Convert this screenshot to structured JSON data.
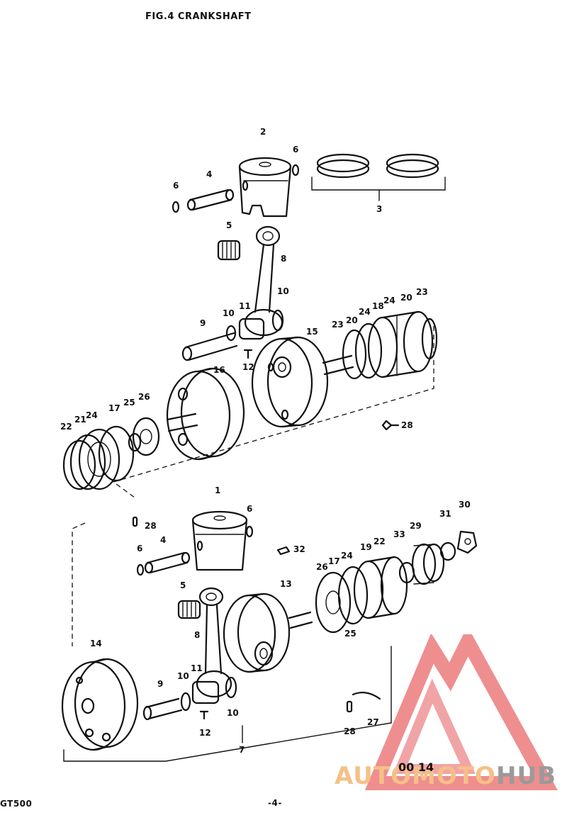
{
  "header": {
    "figure_title": "FIG.4  CRANKSHAFT"
  },
  "footer": {
    "model": "GT500",
    "page_number": "-4-",
    "mark": "00 14"
  },
  "watermark": {
    "text_colored": "AUTOMOTO",
    "text_gray": "HUB",
    "accent_color": "#e8686a",
    "secondary_color": "#f5c088",
    "gray_color": "#9a9a9a"
  },
  "upper_assembly": {
    "callouts": [
      "2",
      "6",
      "4",
      "6",
      "3",
      "5",
      "8",
      "10",
      "9",
      "10",
      "11",
      "12",
      "15",
      "23",
      "20",
      "24",
      "18",
      "24",
      "20",
      "23",
      "16",
      "22",
      "21",
      "24",
      "17",
      "25",
      "26",
      "28"
    ]
  },
  "lower_assembly": {
    "callouts": [
      "28",
      "1",
      "6",
      "6",
      "4",
      "32",
      "30",
      "31",
      "29",
      "33",
      "22",
      "19",
      "24",
      "17",
      "26",
      "13",
      "5",
      "25",
      "8",
      "14",
      "9",
      "10",
      "11",
      "10",
      "12",
      "7",
      "27",
      "28"
    ]
  }
}
